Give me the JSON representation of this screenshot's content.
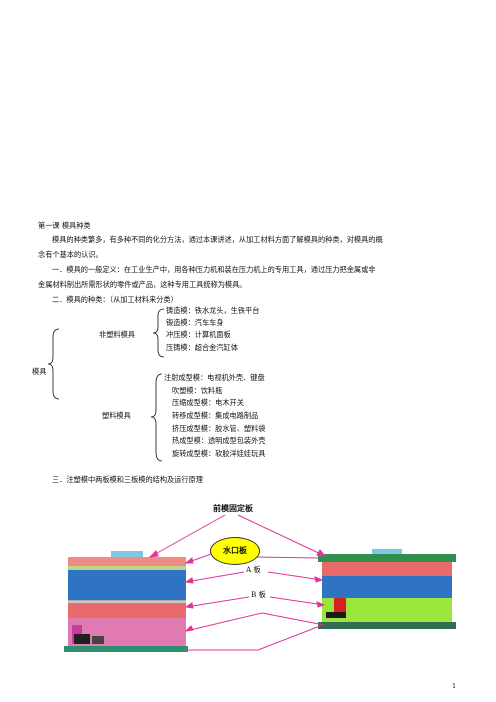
{
  "lesson": {
    "title": "第一课  模具种类",
    "intro_1": "模具的种类繁多，有多种不同的化分方法，通过本课讲述，从加工材料方面了解模具的种类，对模具的概",
    "intro_2": "念有个基本的认识。",
    "definition_1": "一．模具的一般定义：在工业生产中，用各种压力机和装在压力机上的专用工具，通过压力把金属或非",
    "definition_2": "金属材料制出所需形状的零件或产品，这种专用工具统称为模具。",
    "types_heading": "二．模具的种类：（从加工材料来分类）"
  },
  "tree": {
    "root": "模具",
    "non_plastic": {
      "label": "非塑料模具",
      "items": [
        "铸造模：铁水龙头，生铁平台",
        "锻造模：汽车车身",
        "冲压模：计算机面板",
        "压铸模：超合金汽缸体"
      ]
    },
    "plastic": {
      "label": "塑料模具",
      "items": [
        "注射成型模：电视机外壳、键盘",
        "吹塑模：饮料瓶",
        "压缩成型模：电木开关",
        "转移成型模：集成电路制品",
        "挤压成型模：胶水管、塑料袋",
        "热成型模：透明成型包装外壳",
        "旋转成型模：软胶洋娃娃玩具"
      ]
    }
  },
  "section3": {
    "heading": "三．注塑模中两板模和三板模的结构及运行原理"
  },
  "figure": {
    "callout_top": "前模固定板",
    "callout_gate": "水口板",
    "label_a": "A 板",
    "label_b": "B 板"
  },
  "page_number": "1",
  "colors": {
    "arrow": "#e0349a",
    "ellipse_fill": "#ffff00"
  }
}
